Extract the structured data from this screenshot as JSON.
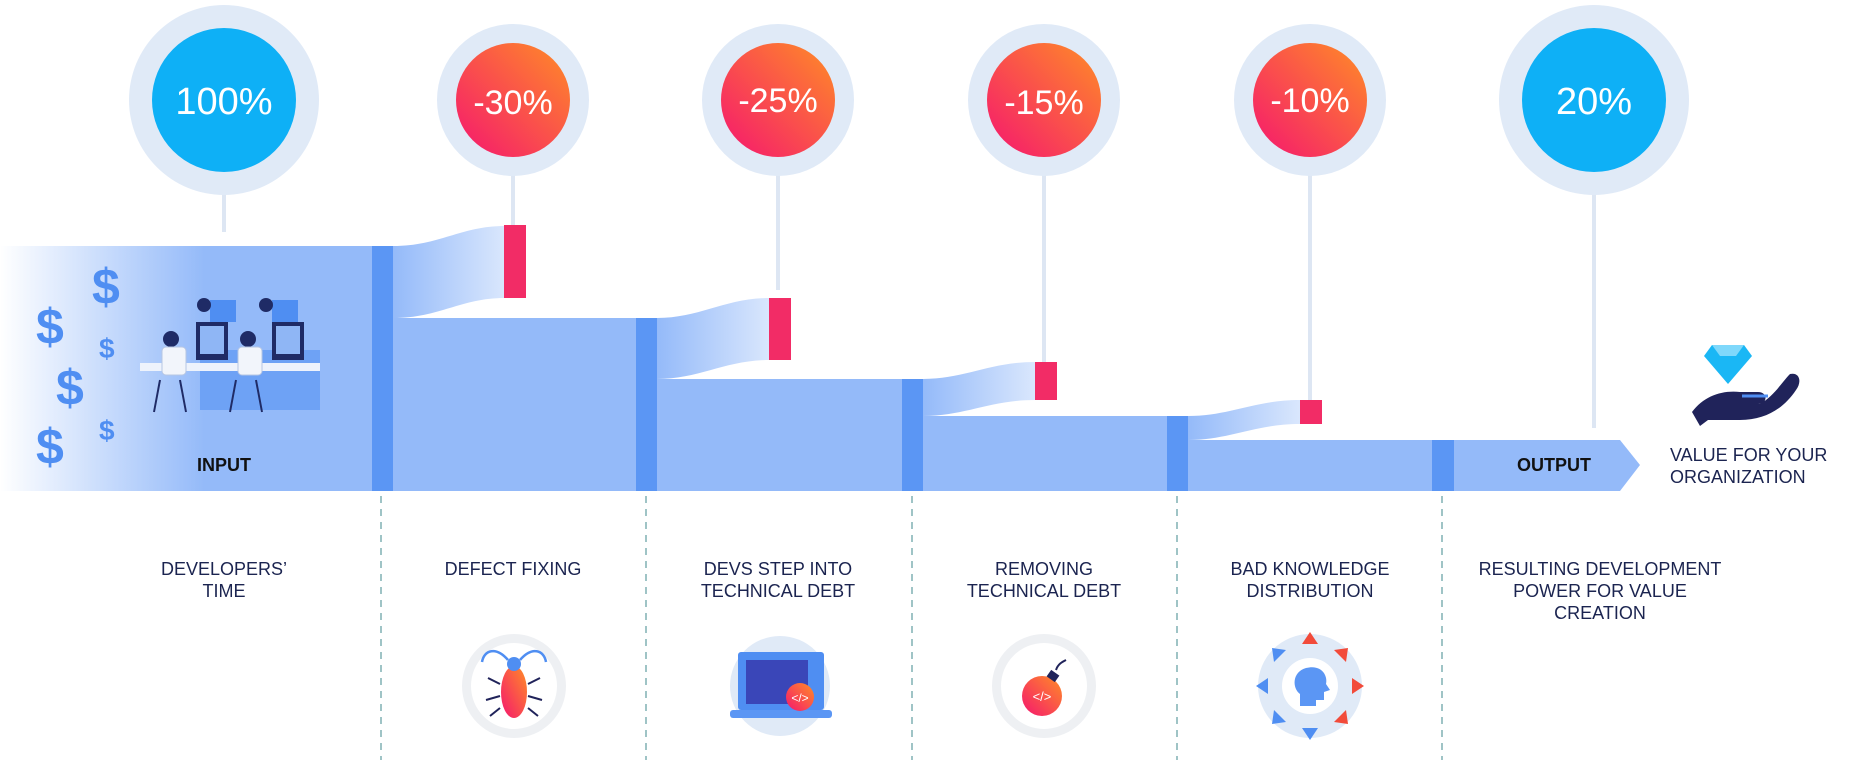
{
  "stages": [
    {
      "percent": "100%",
      "label": "DEVELOPERS’\nTIME",
      "icon": "developers-icon",
      "kind": "input"
    },
    {
      "percent": "-30%",
      "label": "DEFECT FIXING",
      "icon": "bug-icon",
      "kind": "loss"
    },
    {
      "percent": "-25%",
      "label": "DEVS STEP INTO\nTECHNICAL DEBT",
      "icon": "laptop-code-icon",
      "kind": "loss"
    },
    {
      "percent": "-15%",
      "label": "REMOVING\nTECHNICAL DEBT",
      "icon": "code-bomb-icon",
      "kind": "loss"
    },
    {
      "percent": "-10%",
      "label": "BAD KNOWLEDGE\nDISTRIBUTION",
      "icon": "head-arrows-icon",
      "kind": "loss"
    },
    {
      "percent": "20%",
      "label": "RESULTING DEVELOPMENT\nPOWER FOR VALUE\nCREATION",
      "icon": "",
      "kind": "output"
    }
  ],
  "flow": {
    "input_label": "INPUT",
    "output_label": "OUTPUT",
    "output_caption": "VALUE FOR YOUR\nORGANIZATION"
  },
  "chart_data": {
    "type": "sankey",
    "nodes": [
      "Developers’ time",
      "Defect fixing",
      "Devs step into technical debt",
      "Removing technical debt",
      "Bad knowledge distribution",
      "Output"
    ],
    "values": [
      100,
      -30,
      -25,
      -15,
      -10,
      20
    ]
  },
  "colors": {
    "flow": "#94baf9",
    "flow_bar": "#5b96f4",
    "loss_marker": "#f22c66",
    "circle_blue": "#0eb0f6",
    "circle_halo": "#e0eaf7",
    "gradient_start": "#ff8a2a",
    "gradient_end": "#f51f6e",
    "dollar": "#4f8ef2"
  }
}
